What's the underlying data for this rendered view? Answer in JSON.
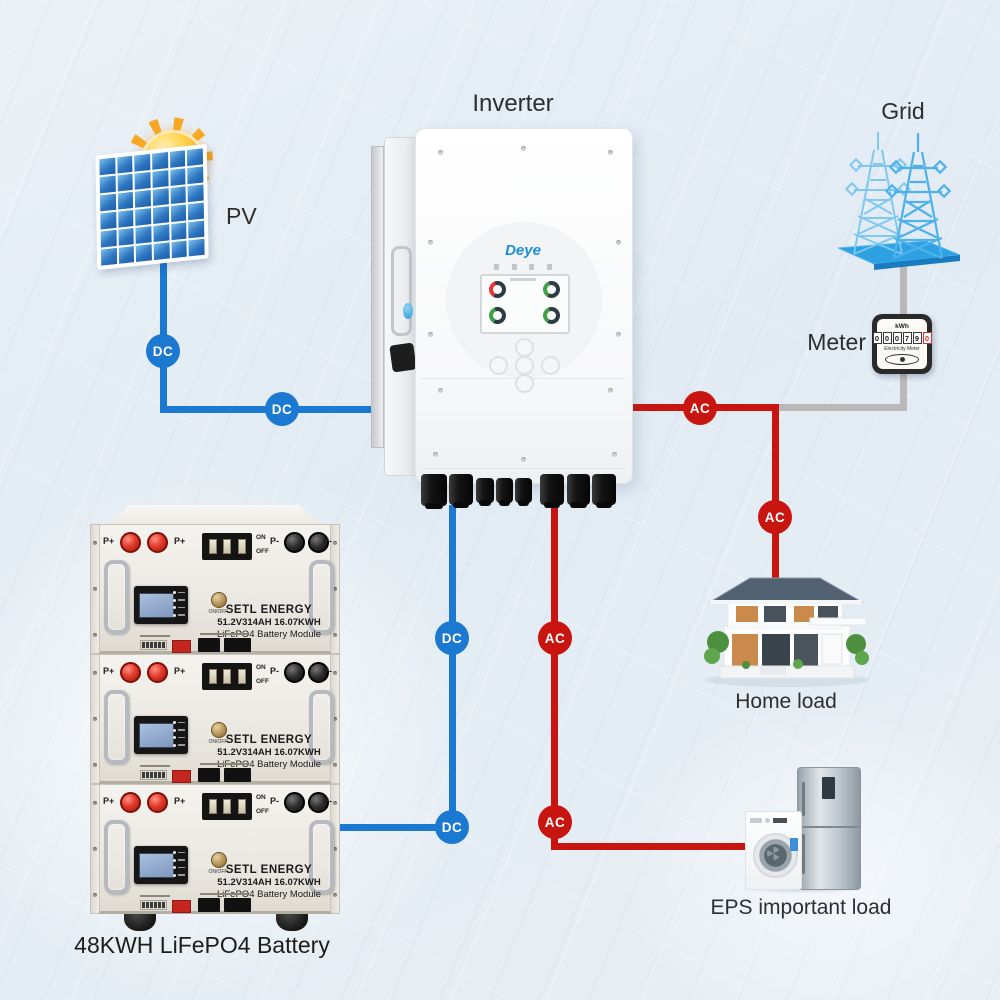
{
  "labels": {
    "pv": "PV",
    "inverter": "Inverter",
    "grid": "Grid",
    "meter": "Meter",
    "home_load": "Home load",
    "eps_load": "EPS important load",
    "battery_caption": "48KWH LiFePO4 Battery"
  },
  "badges": {
    "dc": "DC",
    "ac": "AC"
  },
  "colors": {
    "dc_blue": "#1b79d2",
    "ac_red": "#c9150f",
    "grid_gray": "#b9b9b9",
    "deye_blue": "#1b8fd8"
  },
  "inverter": {
    "brand": "Deye"
  },
  "meter_device": {
    "unit": "kWh",
    "digits": [
      "0",
      "0",
      "0",
      "7",
      "9"
    ],
    "red_digit": "0",
    "label": "Electricity Meter"
  },
  "battery_module": {
    "brand": "SETL ENERGY",
    "spec": "51.2V314AH 16.07KWH",
    "type": "LiFePO4 Battery Module",
    "p_plus": "P+",
    "p_minus": "P-",
    "on": "ON",
    "off": "OFF",
    "onoff": "ON/OFF"
  },
  "icons": {
    "sun": "sun-icon",
    "solar_panel": "solar-panel-icon",
    "grid_tower": "grid-tower-icon",
    "meter": "electricity-meter-icon",
    "house": "house-icon",
    "washer": "washing-machine-icon",
    "fridge": "refrigerator-icon"
  }
}
